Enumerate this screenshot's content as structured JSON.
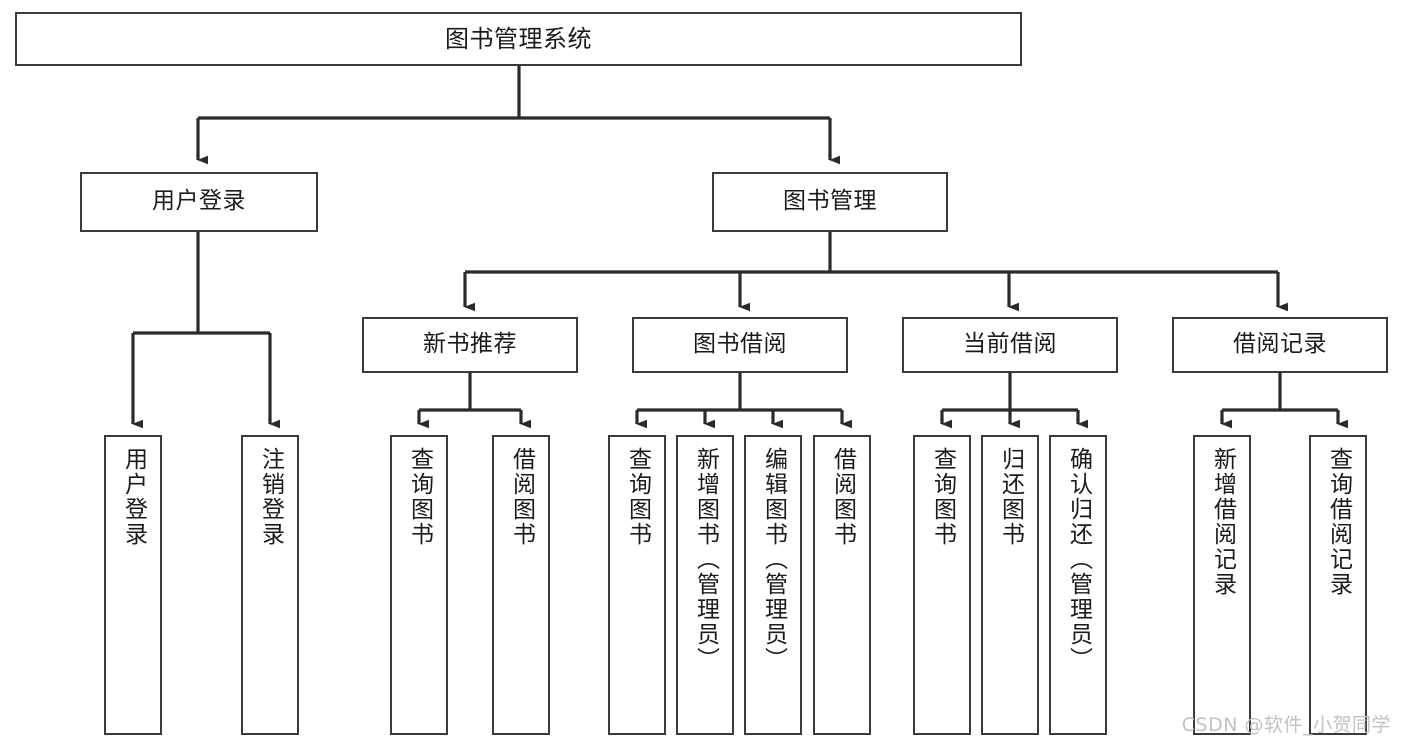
{
  "diagram": {
    "type": "tree-hierarchy-chart",
    "title": "图书管理系统",
    "colors": {
      "box_border": "#3b3b3b",
      "box_fill": "#ffffff",
      "edge": "#2b2b2b",
      "text": "#1b1b1b",
      "watermark": "#c2c2c2",
      "background": "#ffffff"
    },
    "root": {
      "label": "图书管理系统"
    },
    "level1": [
      {
        "id": "user-login",
        "label": "用户登录"
      },
      {
        "id": "book-manage",
        "label": "图书管理"
      }
    ],
    "level2": [
      {
        "id": "new-book-recommend",
        "label": "新书推荐",
        "parent": "book-manage"
      },
      {
        "id": "book-borrow",
        "label": "图书借阅",
        "parent": "book-manage"
      },
      {
        "id": "current-borrow",
        "label": "当前借阅",
        "parent": "book-manage"
      },
      {
        "id": "borrow-record",
        "label": "借阅记录",
        "parent": "book-manage"
      }
    ],
    "leaves": [
      {
        "id": "leaf-user-login",
        "label": "用户登录",
        "parent": "user-login"
      },
      {
        "id": "leaf-logout",
        "label": "注销登录",
        "parent": "user-login"
      },
      {
        "id": "leaf-query-book-1",
        "label": "查询图书",
        "parent": "new-book-recommend"
      },
      {
        "id": "leaf-borrow-book-1",
        "label": "借阅图书",
        "parent": "new-book-recommend"
      },
      {
        "id": "leaf-query-book-2",
        "label": "查询图书",
        "parent": "book-borrow"
      },
      {
        "id": "leaf-add-book",
        "label": "新增图书（管理员）",
        "parent": "book-borrow"
      },
      {
        "id": "leaf-edit-book",
        "label": "编辑图书（管理员）",
        "parent": "book-borrow"
      },
      {
        "id": "leaf-borrow-book-2",
        "label": "借阅图书",
        "parent": "book-borrow"
      },
      {
        "id": "leaf-query-book-3",
        "label": "查询图书",
        "parent": "current-borrow"
      },
      {
        "id": "leaf-return-book",
        "label": "归还图书",
        "parent": "current-borrow"
      },
      {
        "id": "leaf-confirm-return",
        "label": "确认归还（管理员）",
        "parent": "current-borrow"
      },
      {
        "id": "leaf-add-record",
        "label": "新增借阅记录",
        "parent": "borrow-record"
      },
      {
        "id": "leaf-query-record",
        "label": "查询借阅记录",
        "parent": "borrow-record"
      }
    ],
    "watermark": "CSDN @软件_小贺同学"
  }
}
